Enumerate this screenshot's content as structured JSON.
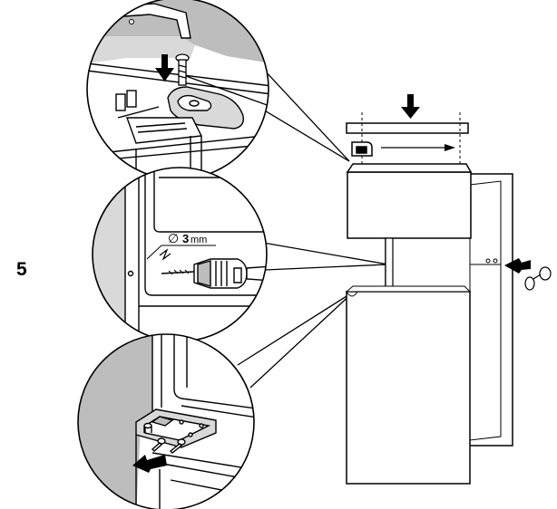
{
  "step_number": "5",
  "drill_callout": {
    "symbol": "∅",
    "size": "3",
    "unit": "mm"
  },
  "colors": {
    "ink": "#000000",
    "fill_light": "#d9d9d9",
    "fill_mid": "#bdbdbd",
    "paper": "#ffffff"
  },
  "icons": [
    "down-arrow-icon",
    "right-arrow-icon",
    "screw-icon",
    "drill-icon",
    "cap-icon"
  ]
}
